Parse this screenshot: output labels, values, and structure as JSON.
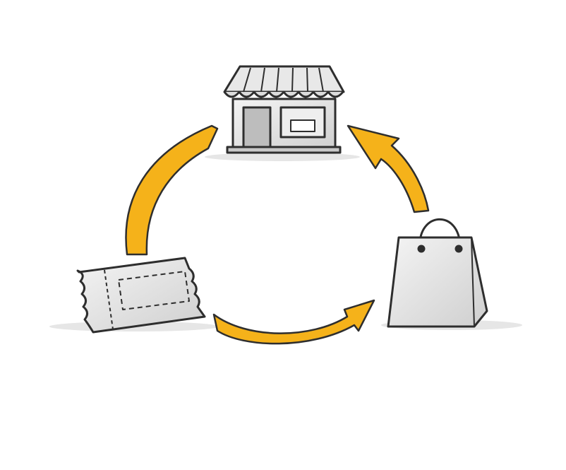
{
  "diagram": {
    "type": "cycle",
    "nodes": [
      {
        "id": "store",
        "icon": "storefront-icon"
      },
      {
        "id": "bag",
        "icon": "shopping-bag-icon"
      },
      {
        "id": "ticket",
        "icon": "coupon-ticket-icon"
      }
    ],
    "edges": [
      {
        "from": "ticket",
        "to": "store",
        "icon": "arrow-icon"
      },
      {
        "from": "bag",
        "to": "store",
        "icon": "arrow-icon"
      },
      {
        "from": "ticket",
        "to": "bag",
        "icon": "arrow-icon"
      }
    ],
    "colors": {
      "arrow_fill": "#F5B21A",
      "outline": "#2e2e2e",
      "sketch_gray": "#d8d8d8",
      "background": "#ffffff"
    }
  }
}
